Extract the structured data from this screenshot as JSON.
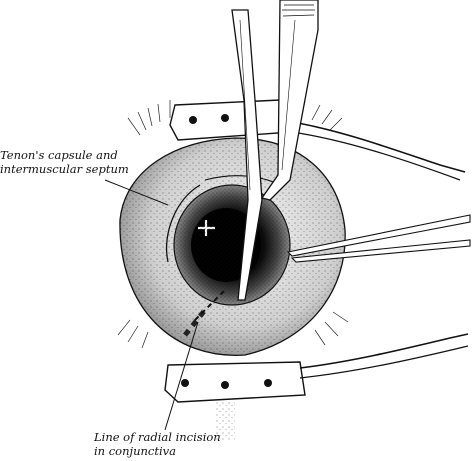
{
  "labels": {
    "tenon": {
      "line1": "Tenon's capsule and",
      "line2": "intermuscular septum"
    },
    "incision": {
      "line1": "Line of radial incision",
      "line2": "in conjunctiva"
    }
  },
  "colors": {
    "ink": "#111111",
    "paper": "#ffffff"
  }
}
